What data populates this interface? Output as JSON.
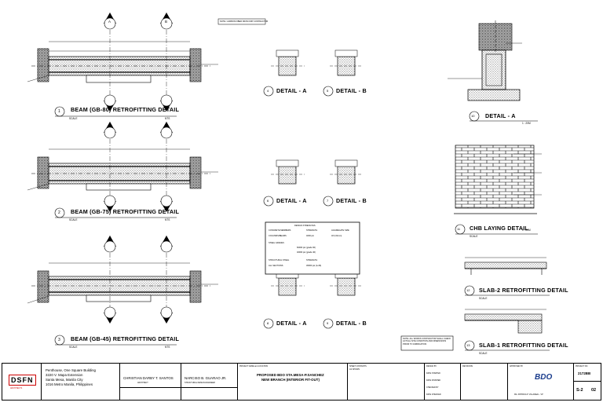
{
  "details": {
    "gb80_title": "BEAM (GB-80) RETROFITTING DETAIL",
    "gb75_title": "BEAM (GB-75) RETROFITTING DETAIL",
    "gb45_title": "BEAM (GB-45) RETROFITTING DETAIL",
    "detail_a": "DETAIL - A",
    "detail_b": "DETAIL - B",
    "chb_title": "CHB LAYING DETAIL",
    "slab2_title": "SLAB-2 RETROFITTING DETAIL",
    "slab1_title": "SLAB-1 RETROFITTING DETAIL",
    "scale": "SCALE",
    "nts": "NTS",
    "num1": "1",
    "num2": "2",
    "num3": "3",
    "num4": "4",
    "num5": "5",
    "num6": "6",
    "num7": "7",
    "num8": "8",
    "num9": "9",
    "num10": "10",
    "num11": "11",
    "num12": "12",
    "num13": "13",
    "bubble_a": "A",
    "bubble_b": "B",
    "scale_chb": "1 : 20M",
    "scale_da": "1 : 20M"
  },
  "notes": {
    "top_note": "NOTE: CARBON FIBER FROM FRP CONTRACTOR",
    "design_header": "DESIGN STRENGTHS",
    "concrete_label": "CONCRETE MEMBERS",
    "strength_label": "STRENGTH",
    "aggregate_label": "AGGREGATE SIZE",
    "columns_label": "COLUMNS/BEAMS",
    "columns_val": "4000 psi",
    "aggregate_val": "3/4 (19mm)",
    "steel_label": "STEEL GRADES",
    "steel_v1": "60000 psi (grade 60)",
    "steel_v2": "40000 psi (grade 40)",
    "structural_label": "STRUCTURAL STEEL",
    "structural_strength": "STRENGTH",
    "all_sections": "ALL SECTIONS",
    "all_sections_val": "36000 psi (A-36)",
    "bottom_note": "NOTE: ALL WORKS CONTRACTOR SHALL CHECK ACTUAL SITE CONDITION AND DIMENSIONS PRIOR TO FABRICATION"
  },
  "title_block": {
    "address_line1": "Penthouse, One Square Building",
    "address_line2": "3220 V. Mapa Extension",
    "address_line3": "Santa Mesa, Manila City",
    "address_line4": "1016 Metro Manila, Philippines",
    "designer": "CHRISTIAN DARBY T. SANTOS",
    "designer_role": "ARCHITECT",
    "engineer": "NARCISO B. GUARAO JR.",
    "engineer_role": "STRUCTURAL DESIGN ENGINEER",
    "project_header": "PROJECT NAME and LOCATION",
    "project_name_1": "PROPOSED BDO STA.MESA-P.SANCHEZ",
    "project_name_2": "NEW BRANCH (INTERIOR FIT-OUT)",
    "sheet_contents_header": "SHEET CONTENTS",
    "sheet_contents": "AS SHOWN",
    "revisions_header": "REVISIONS",
    "approved_header": "APPROVED BY",
    "approved_name": "MA. PATRICIA P. VILLAREAL - VP",
    "bank_logo": "BDO",
    "project_no_header": "PROJECT NO.",
    "project_no": "2172BB",
    "sheet_no": "S-2",
    "total_sheets": "02",
    "firm_logo": "DSFN",
    "firm_sub": "ARCHITECTS",
    "designed_by": "DESIGN BY",
    "date_started": "DATE STARTED",
    "date_finished": "DATE FINISHED",
    "checked_by": "CHECKED BY",
    "date_checked": "DATE CHECKED"
  }
}
